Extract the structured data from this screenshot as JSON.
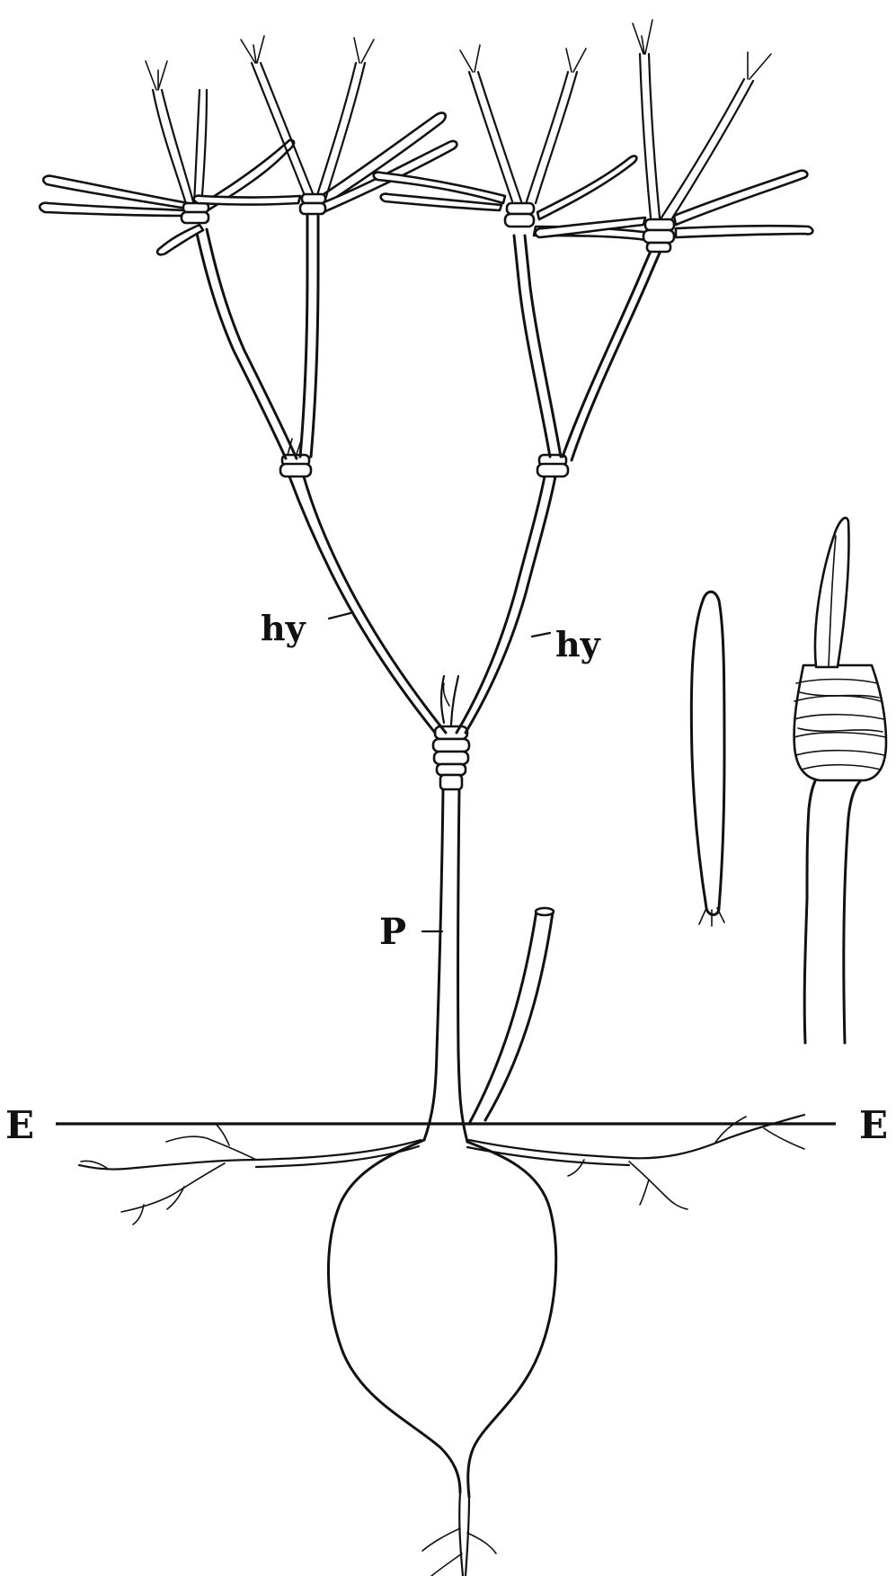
{
  "labels": {
    "hy_left": "hy",
    "hy_right": "hy",
    "p": "P",
    "e_left": "E",
    "e_right": "E"
  },
  "colors": {
    "ink": "#111111",
    "paper": "#ffffff"
  }
}
